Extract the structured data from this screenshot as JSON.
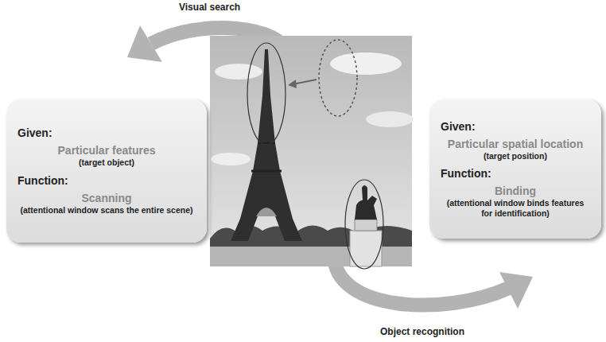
{
  "diagram": {
    "nodes": [
      {
        "text": [
          "Given:",
          "Particular features",
          "(target object)",
          "Function:",
          "Scanning",
          "(attentional window scans the entire scene)"
        ]
      },
      {
        "text": [
          "Given:",
          "Particular spatial location",
          "(target position)",
          "Function:",
          "Binding",
          "(attentional window binds features for identification)"
        ]
      }
    ],
    "edges": [],
    "labels": [
      "Visual search",
      "Object recognition"
    ]
  }
}
